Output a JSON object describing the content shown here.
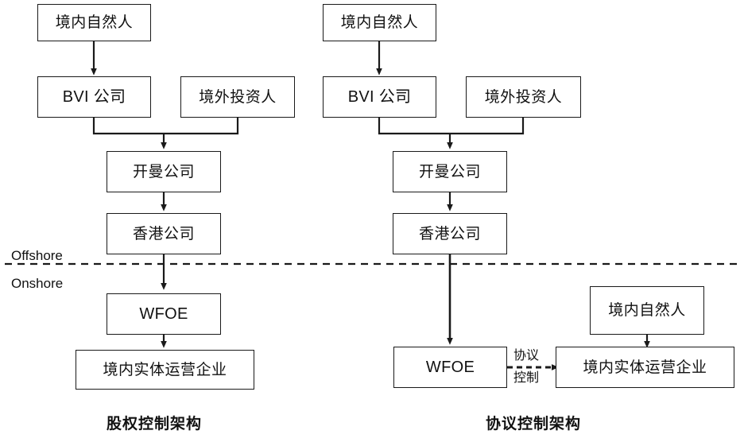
{
  "diagram": {
    "title_type": "corporate-structure-flowchart",
    "boundary": {
      "offshore_label": "Offshore",
      "onshore_label": "Onshore"
    },
    "left_structure": {
      "caption": "股权控制架构",
      "nodes": {
        "domestic_individual": "境内自然人",
        "bvi_company": "BVI 公司",
        "offshore_investor": "境外投资人",
        "cayman_company": "开曼公司",
        "hongkong_company": "香港公司",
        "wfoe": "WFOE",
        "operating_entity": "境内实体运营企业"
      }
    },
    "right_structure": {
      "caption": "协议控制架构",
      "nodes": {
        "domestic_individual": "境内自然人",
        "bvi_company": "BVI 公司",
        "offshore_investor": "境外投资人",
        "cayman_company": "开曼公司",
        "hongkong_company": "香港公司",
        "wfoe": "WFOE",
        "domestic_individual_2": "境内自然人",
        "operating_entity": "境内实体运营企业"
      },
      "edge_labels": {
        "contractual_control_line1": "协议",
        "contractual_control_line2": "控制"
      }
    },
    "colors": {
      "stroke": "#1a1a1a",
      "background": "#ffffff",
      "text": "#111111"
    }
  }
}
